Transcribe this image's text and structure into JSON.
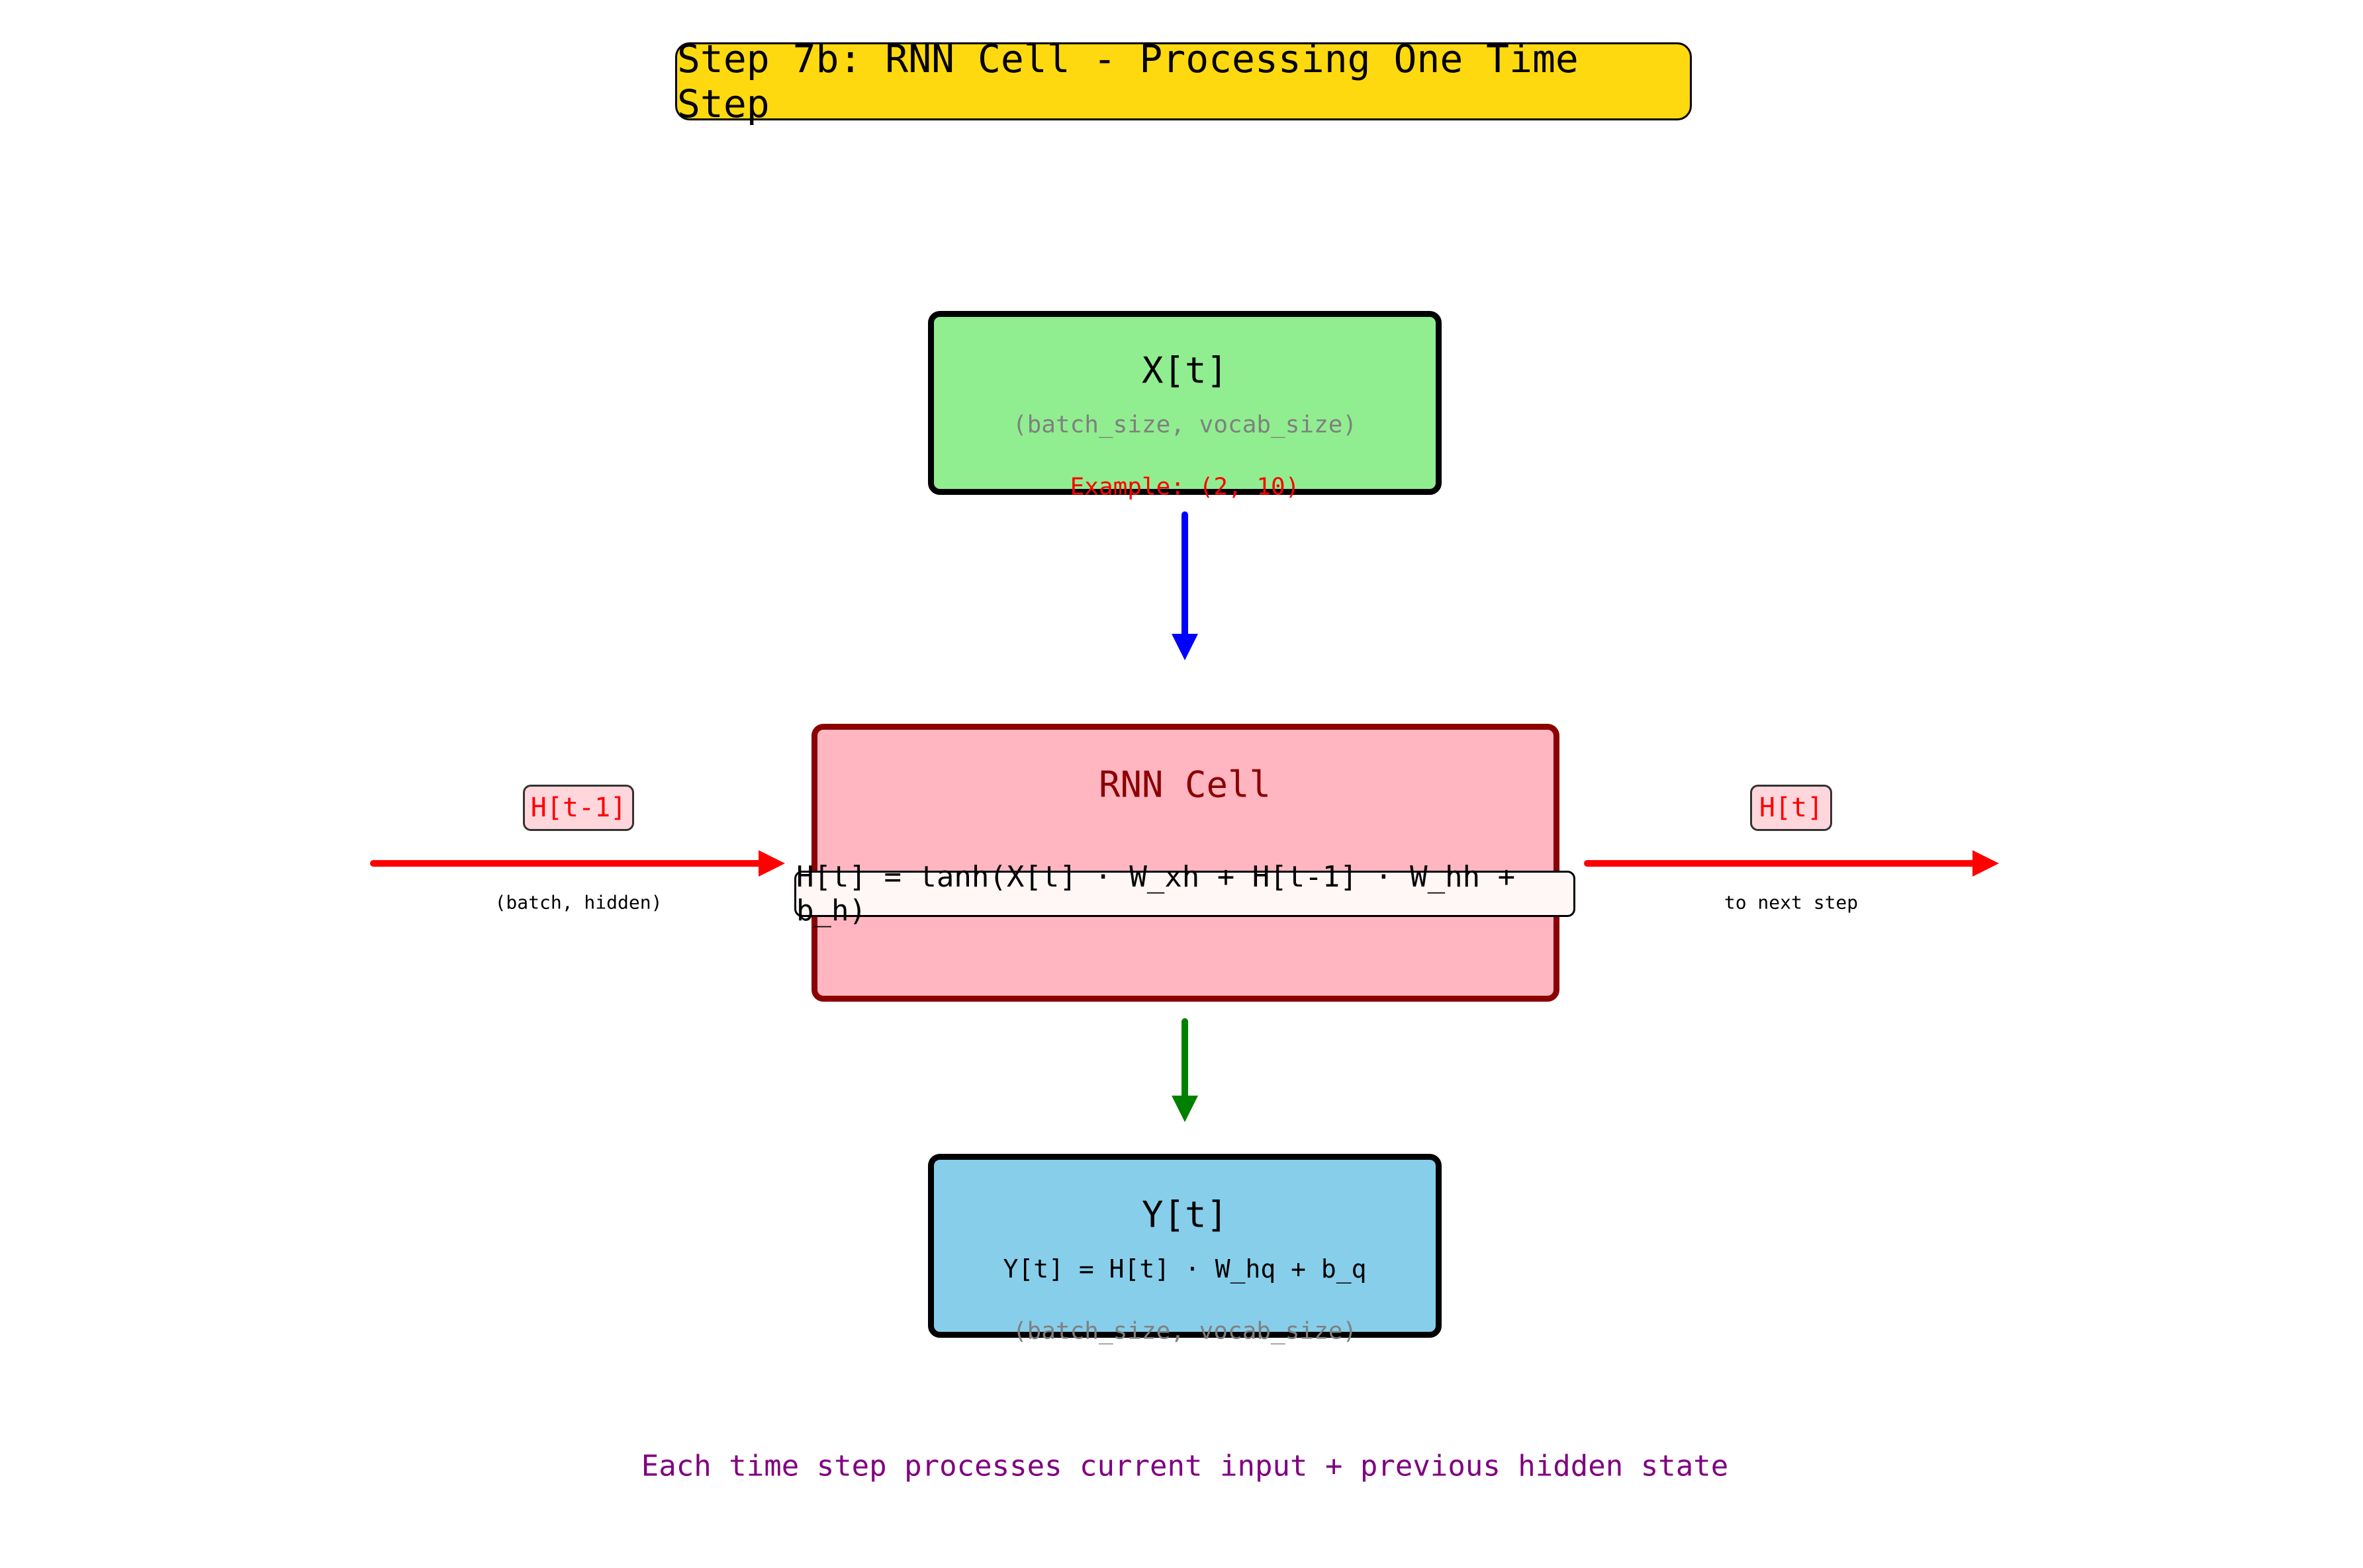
{
  "title": "Step 7b: RNN Cell - Processing One Time Step",
  "input_box": {
    "label": "X[t]",
    "shape": "(batch_size, vocab_size)",
    "example": "Example: (2, 10)"
  },
  "rnn_cell": {
    "label": "RNN Cell",
    "formula": "H[t] = tanh(X[t] · W_xh + H[t-1] · W_hh + b_h)"
  },
  "prev_hidden": {
    "tag": "H[t-1]",
    "caption": "(batch, hidden)"
  },
  "next_hidden": {
    "tag": "H[t]",
    "caption": "to next step"
  },
  "output_box": {
    "label": "Y[t]",
    "formula": "Y[t] = H[t] · W_hq + b_q",
    "shape": "(batch_size, vocab_size)"
  },
  "footer": "Each time step processes current input + previous hidden state",
  "colors": {
    "title_bg": "#FFD90F",
    "input_bg": "#90EE90",
    "rnn_bg": "#FFB6C1",
    "rnn_border": "#8B0000",
    "output_bg": "#87CEEB",
    "arrow_input": "#0000FF",
    "arrow_hidden": "#FF0000",
    "arrow_output": "#008000",
    "footer_text": "#800080",
    "shape_text": "#808080",
    "example_text": "#FF0000"
  }
}
